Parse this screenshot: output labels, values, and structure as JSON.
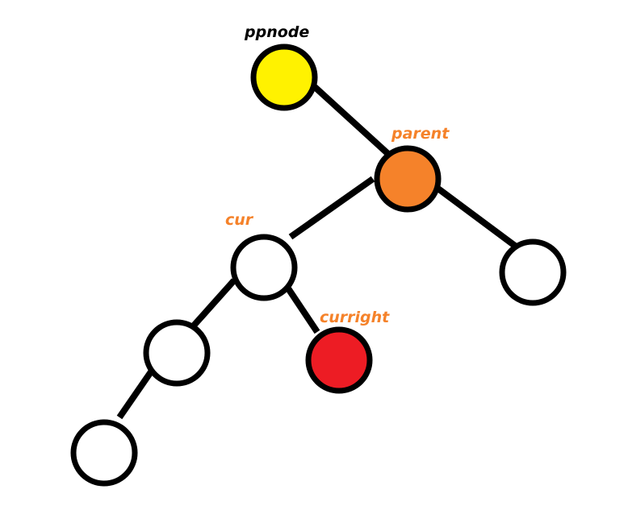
{
  "colors": {
    "stroke": "#000000",
    "background": "#ffffff",
    "label_dark": "#000000",
    "label_accent": "#f5822a"
  },
  "nodes": [
    {
      "id": "ppnode",
      "label": "ppnode",
      "fill": "#fff200",
      "label_color": "#000000"
    },
    {
      "id": "parent",
      "label": "parent",
      "fill": "#f5822a",
      "label_color": "#f5822a"
    },
    {
      "id": "cur",
      "label": "cur",
      "fill": "#ffffff",
      "label_color": "#f5822a"
    },
    {
      "id": "right",
      "label": "",
      "fill": "#ffffff",
      "label_color": ""
    },
    {
      "id": "left",
      "label": "",
      "fill": "#ffffff",
      "label_color": ""
    },
    {
      "id": "curright",
      "label": "curright",
      "fill": "#ed1c24",
      "label_color": "#f5822a"
    },
    {
      "id": "leftleft",
      "label": "",
      "fill": "#ffffff",
      "label_color": ""
    }
  ],
  "edges": [
    {
      "from": "ppnode",
      "to": "parent"
    },
    {
      "from": "parent",
      "to": "cur"
    },
    {
      "from": "parent",
      "to": "right"
    },
    {
      "from": "cur",
      "to": "left"
    },
    {
      "from": "cur",
      "to": "curright"
    },
    {
      "from": "left",
      "to": "leftleft"
    }
  ]
}
